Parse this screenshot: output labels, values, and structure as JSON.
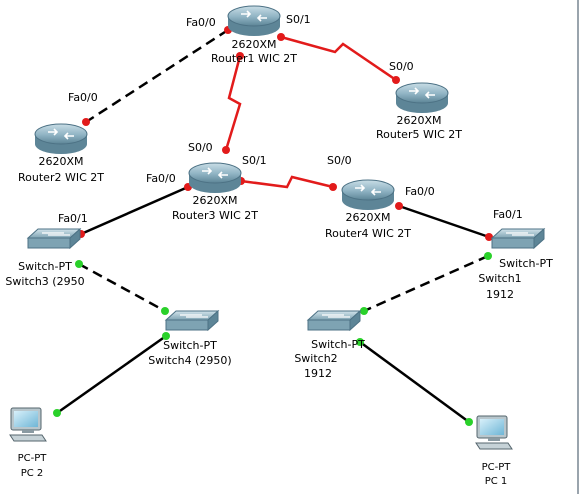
{
  "colors": {
    "serial": "#e21b1b",
    "ethernet": "#000000",
    "port_down": "#e21b1b",
    "port_up": "#2ad12a",
    "router_body": "#8fb3c3",
    "switch_body": "#8fb3c3"
  },
  "nodes": [
    {
      "id": "r1",
      "kind": "router",
      "icon": "router-icon",
      "line1": "2620XM",
      "line2": "Router1 WIC  2T"
    },
    {
      "id": "r2",
      "kind": "router",
      "icon": "router-icon",
      "line1": "2620XM",
      "line2": "Router2 WIC  2T"
    },
    {
      "id": "r3",
      "kind": "router",
      "icon": "router-icon",
      "line1": "2620XM",
      "line2": "Router3 WIC  2T"
    },
    {
      "id": "r4",
      "kind": "router",
      "icon": "router-icon",
      "line1": "2620XM",
      "line2": "Router4 WIC  2T"
    },
    {
      "id": "r5",
      "kind": "router",
      "icon": "router-icon",
      "line1": "2620XM",
      "line2": "Router5 WIC  2T"
    },
    {
      "id": "sw1",
      "kind": "switch",
      "icon": "switch-icon",
      "line1": "Switch-PT",
      "line2": "Switch1",
      "line3": "1912"
    },
    {
      "id": "sw2",
      "kind": "switch",
      "icon": "switch-icon",
      "line1": "Switch-PT",
      "line2": "Switch2",
      "line3": "1912"
    },
    {
      "id": "sw3",
      "kind": "switch",
      "icon": "switch-icon",
      "line1": "Switch-PT",
      "line2": "Switch3 (2950"
    },
    {
      "id": "sw4",
      "kind": "switch",
      "icon": "switch-icon",
      "line1": "Switch-PT",
      "line2": "Switch4 (2950)"
    },
    {
      "id": "pc1",
      "kind": "pc",
      "icon": "pc-icon",
      "line1": "PC-PT",
      "line2": "PC 1"
    },
    {
      "id": "pc2",
      "kind": "pc",
      "icon": "pc-icon",
      "line1": "PC-PT",
      "line2": "PC 2"
    }
  ],
  "links": [
    {
      "a": "r1",
      "b": "r2",
      "type": "crossover",
      "status": "down"
    },
    {
      "a": "r1",
      "b": "r5",
      "type": "serial",
      "status": "down"
    },
    {
      "a": "r1",
      "b": "r3",
      "type": "serial",
      "status": "down"
    },
    {
      "a": "r3",
      "b": "r4",
      "type": "serial",
      "status": "down"
    },
    {
      "a": "r3",
      "b": "sw3",
      "type": "straight",
      "status": "down"
    },
    {
      "a": "r4",
      "b": "sw1",
      "type": "straight",
      "status": "down"
    },
    {
      "a": "sw3",
      "b": "sw4",
      "type": "crossover",
      "status": "up"
    },
    {
      "a": "sw1",
      "b": "sw2",
      "type": "crossover",
      "status": "up"
    },
    {
      "a": "sw4",
      "b": "pc2",
      "type": "straight",
      "status": "up"
    },
    {
      "a": "sw2",
      "b": "pc1",
      "type": "straight",
      "status": "up"
    }
  ],
  "port_labels": {
    "r1_fa00": "Fa0/0",
    "r1_s01": "S0/1",
    "r5_s00": "S0/0",
    "r2_fa00": "Fa0/0",
    "r3_s00": "S0/0",
    "r3_s01": "S0/1",
    "r4_s00": "S0/0",
    "r3_fa00": "Fa0/0",
    "r4_fa00": "Fa0/0",
    "sw3_fa01": "Fa0/1",
    "sw1_fa01": "Fa0/1"
  }
}
